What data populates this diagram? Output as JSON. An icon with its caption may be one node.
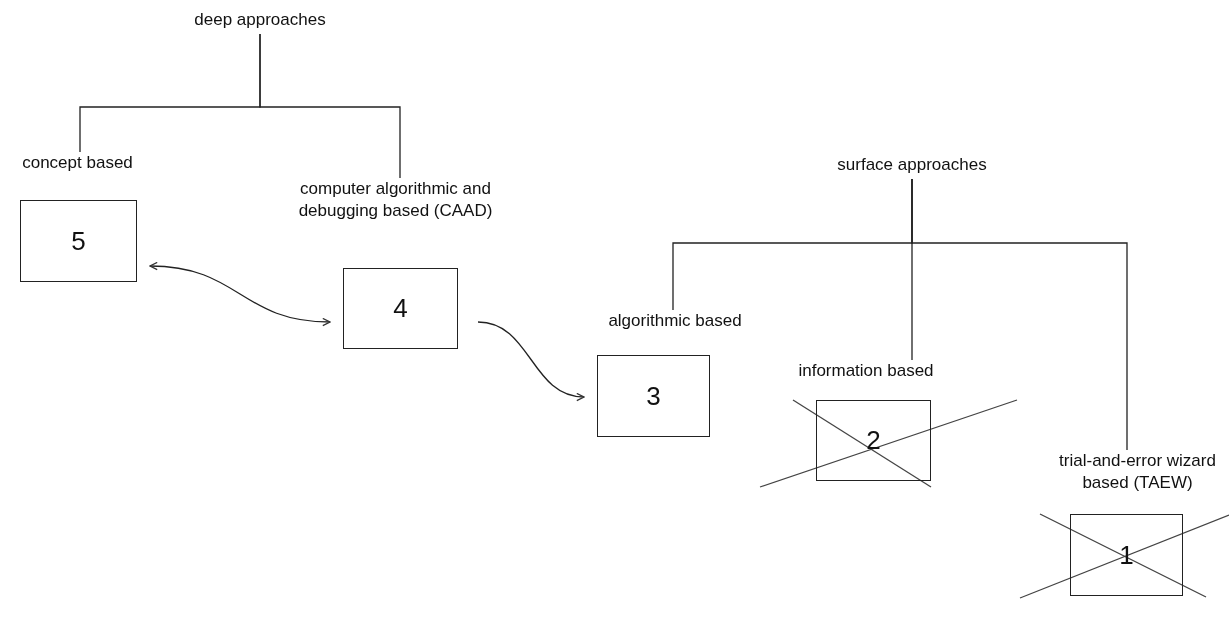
{
  "diagram": {
    "nodes": [
      {
        "text": [
          "deep approaches"
        ]
      },
      {
        "text": [
          "concept based",
          "5"
        ]
      },
      {
        "text": [
          "computer algorithmic and debugging based (CAAD)",
          "4"
        ]
      },
      {
        "text": [
          "surface approaches"
        ]
      },
      {
        "text": [
          "algorithmic based",
          "3"
        ]
      },
      {
        "text": [
          "information based",
          "2"
        ]
      },
      {
        "text": [
          "trial-and-error wizard based (TAEW)",
          "1"
        ]
      }
    ],
    "edges": [
      {
        "from": 0,
        "to": 1,
        "arrow": "none"
      },
      {
        "from": 0,
        "to": 2,
        "arrow": "none"
      },
      {
        "from": 1,
        "to": 2,
        "arrow": "both"
      },
      {
        "from": 2,
        "to": 4,
        "arrow": "to"
      },
      {
        "from": 3,
        "to": 4,
        "arrow": "none"
      },
      {
        "from": 3,
        "to": 5,
        "arrow": "none"
      },
      {
        "from": 3,
        "to": 6,
        "arrow": "none"
      }
    ]
  }
}
